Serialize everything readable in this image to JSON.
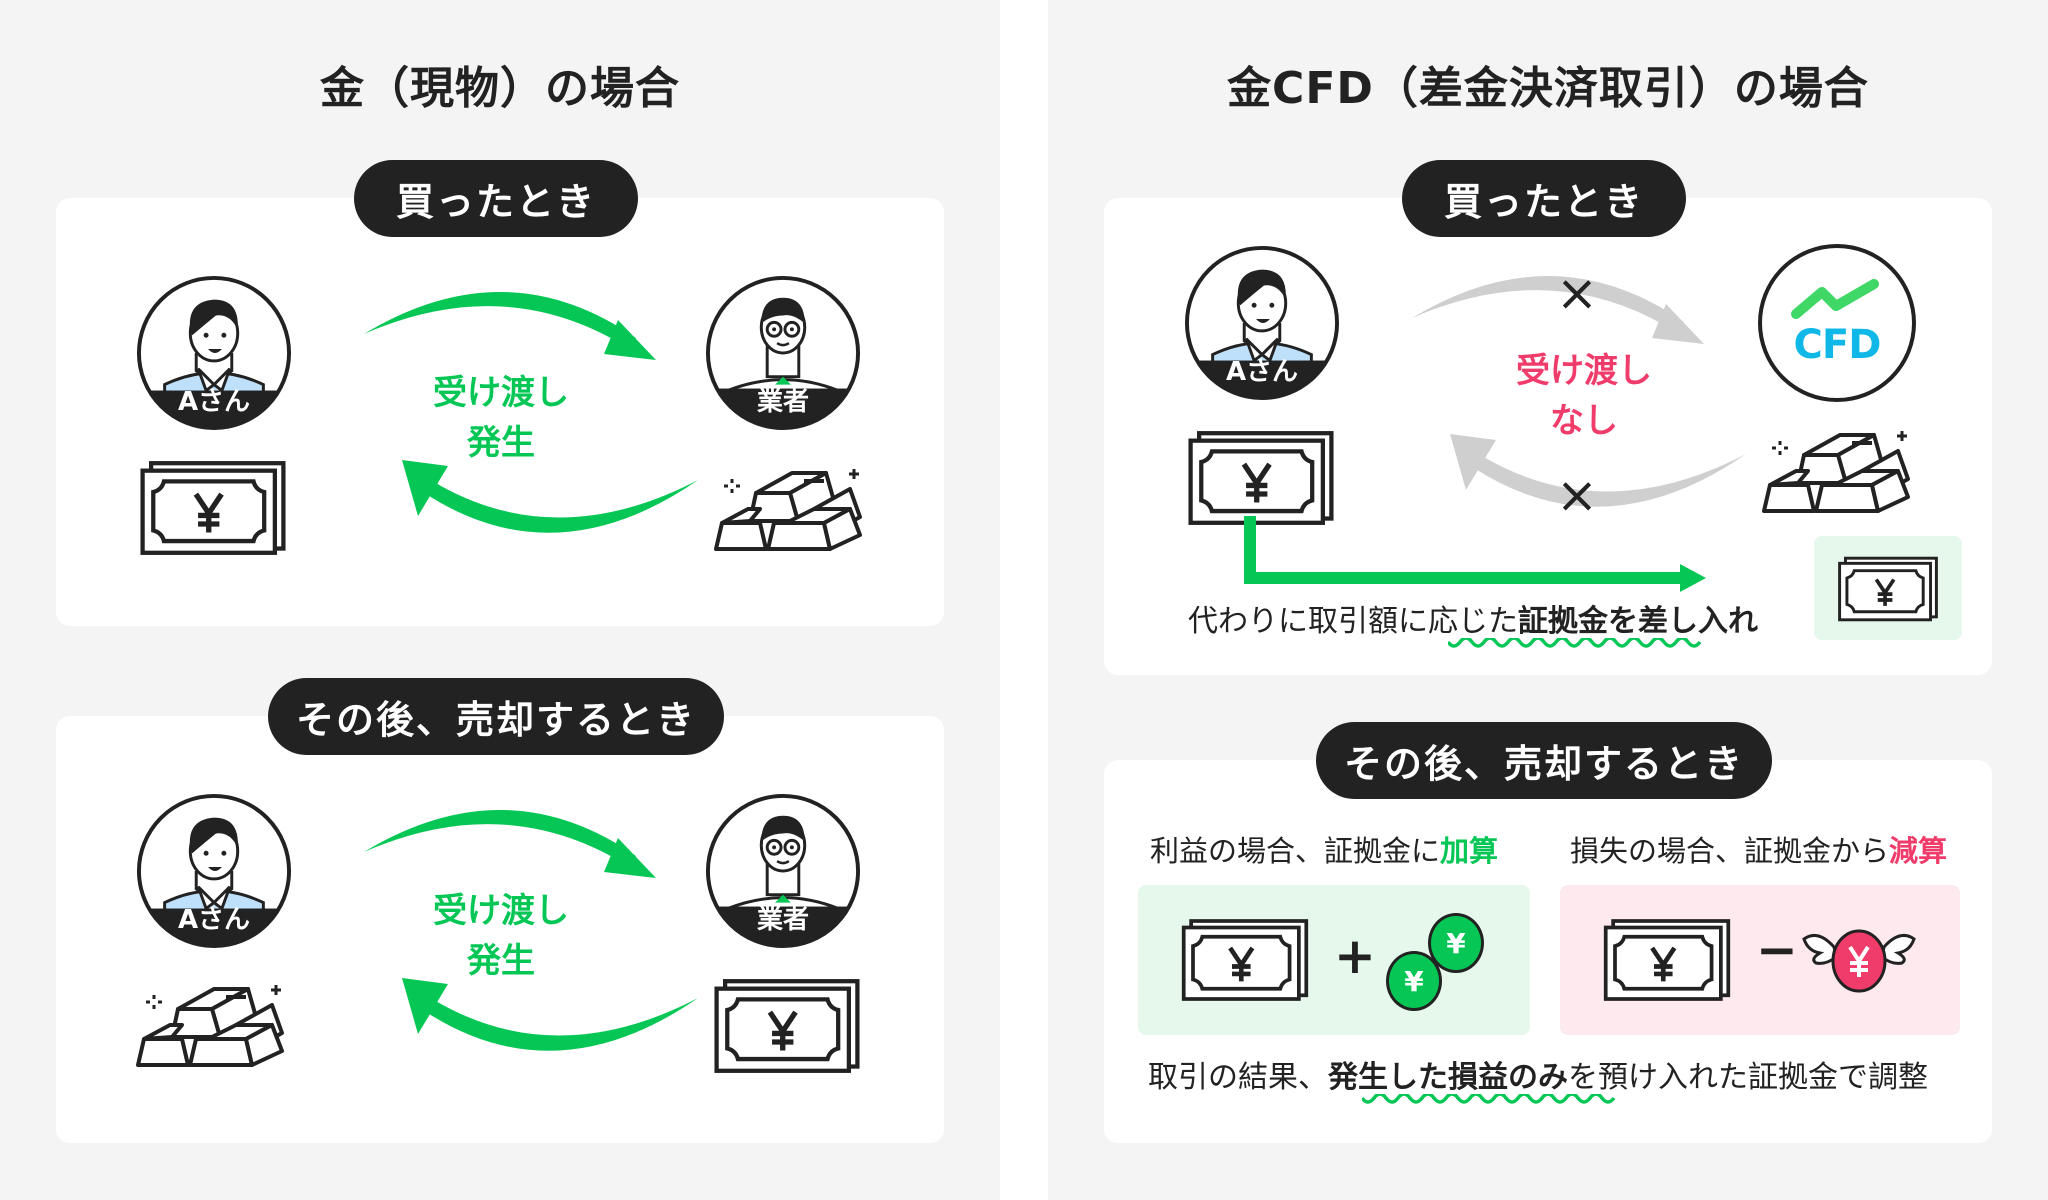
{
  "colors": {
    "panel_bg": "#f4f4f4",
    "card_bg": "#ffffff",
    "pill_bg": "#222222",
    "accent_green": "#06c755",
    "accent_pink": "#f03c6b",
    "arrow_gray": "#cfcfcf",
    "green_box_bg": "#e6f8ec",
    "pink_box_bg": "#fde9ee",
    "shirt_blue": "#bfe0fb"
  },
  "left": {
    "title": "金（現物）の場合",
    "buy": {
      "pill": "買ったとき",
      "person_label": "Aさん",
      "dealer_label": "業者",
      "center_line1": "受け渡し",
      "center_line2": "発生",
      "person_item": "yen-bills",
      "dealer_item": "gold-bars"
    },
    "sell": {
      "pill": "その後、売却するとき",
      "person_label": "Aさん",
      "dealer_label": "業者",
      "center_line1": "受け渡し",
      "center_line2": "発生",
      "person_item": "gold-bars",
      "dealer_item": "yen-bills"
    }
  },
  "right": {
    "title": "金CFD（差金決済取引）の場合",
    "buy": {
      "pill": "買ったとき",
      "person_label": "Aさん",
      "cfd_logo": "CFD",
      "center_line1": "受け渡し",
      "center_line2": "なし",
      "cross_mark": "×",
      "caption_plain": "代わりに取引額に応じた",
      "caption_bold": "証拠金を差し入れ"
    },
    "sell": {
      "pill": "その後、売却するとき",
      "profit_text": "利益の場合、証拠金に",
      "profit_highlight": "加算",
      "loss_text": "損失の場合、証拠金から",
      "loss_highlight": "減算",
      "plus_sign": "+",
      "minus_sign": "−",
      "coin_symbol": "¥",
      "caption_pre": "取引の結果、",
      "caption_bold": "発生した損益のみ",
      "caption_post": "を預け入れた証拠金で調整"
    }
  },
  "yen_symbol": "¥"
}
